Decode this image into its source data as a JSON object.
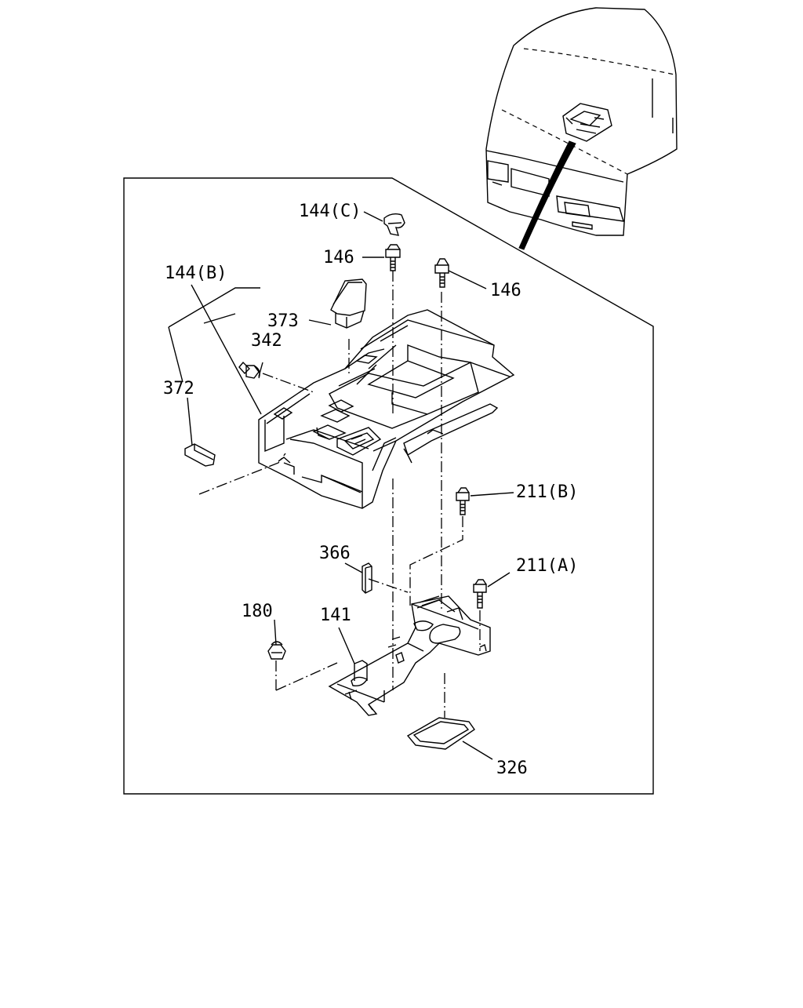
{
  "diagram": {
    "callouts": {
      "c144C": "144(C)",
      "c146a": "146",
      "c146b": "146",
      "c144B": "144(B)",
      "c373": "373",
      "c342": "342",
      "c372": "372",
      "c211B": "211(B)",
      "c366": "366",
      "c211A": "211(A)",
      "c180": "180",
      "c141": "141",
      "c326": "326"
    }
  }
}
